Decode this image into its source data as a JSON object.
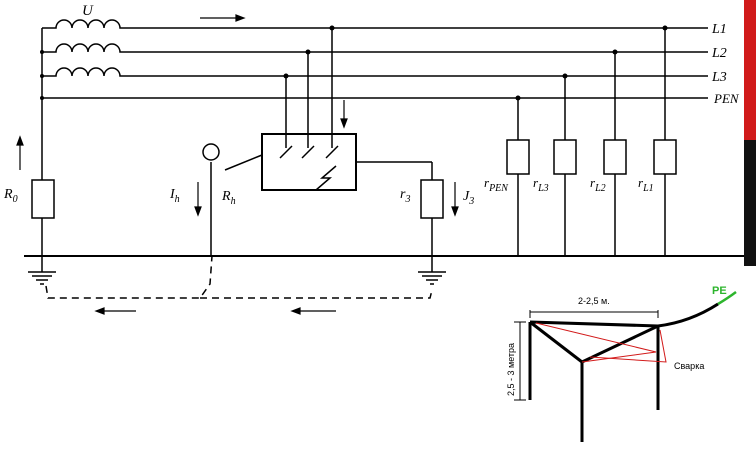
{
  "labels": {
    "source": "U",
    "phase1": "L1",
    "phase2": "L2",
    "phase3": "L3",
    "pen": "PEN",
    "r0_main": "R",
    "r0_sub": "0",
    "ih_main": "I",
    "ih_sub": "h",
    "rh_main": "R",
    "rh_sub": "h",
    "r3_main": "r",
    "r3_sub": "3",
    "i3_main": "J",
    "i3_sub": "3",
    "rpen_main": "r",
    "rpen_sub": "PEN",
    "rl3_main": "r",
    "rl3_sub": "L3",
    "rl2_main": "r",
    "rl2_sub": "L2",
    "rl1_main": "r",
    "rl1_sub": "L1"
  },
  "inset": {
    "pe_label": "PE",
    "width_label": "2-2,5 м.",
    "height_label": "2,5 - 3 метра",
    "weld_label": "Сварка"
  },
  "colors": {
    "line": "#000000",
    "pe_green": "#2db52d",
    "weld_red": "#d21a1a",
    "edge_red": "#d11a1a",
    "edge_dark": "#111111"
  }
}
